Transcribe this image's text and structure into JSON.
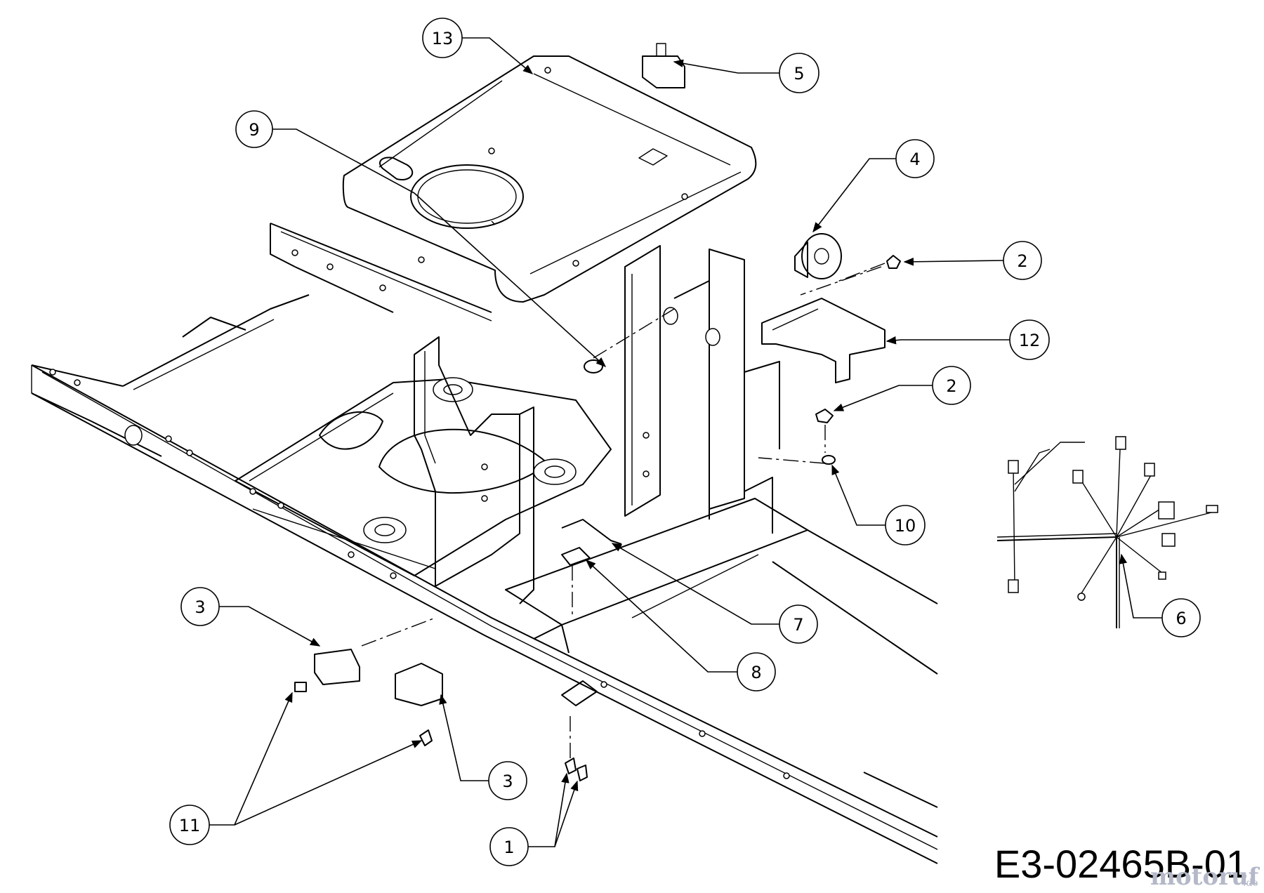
{
  "drawing_code": "E3-02465B-01",
  "watermark": {
    "brand": "motoruf",
    "tld": ".de"
  },
  "callouts": [
    {
      "id": "c1",
      "number": "1"
    },
    {
      "id": "c2a",
      "number": "2"
    },
    {
      "id": "c2b",
      "number": "2"
    },
    {
      "id": "c3a",
      "number": "3"
    },
    {
      "id": "c3b",
      "number": "3"
    },
    {
      "id": "c4",
      "number": "4"
    },
    {
      "id": "c5",
      "number": "5"
    },
    {
      "id": "c6",
      "number": "6"
    },
    {
      "id": "c7",
      "number": "7"
    },
    {
      "id": "c8",
      "number": "8"
    },
    {
      "id": "c9",
      "number": "9"
    },
    {
      "id": "c10",
      "number": "10"
    },
    {
      "id": "c11",
      "number": "11"
    },
    {
      "id": "c12",
      "number": "12"
    },
    {
      "id": "c13",
      "number": "13"
    }
  ]
}
